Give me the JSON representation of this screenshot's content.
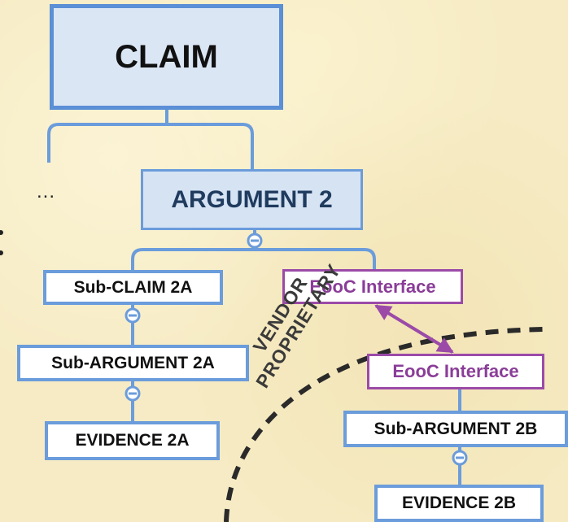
{
  "diagram": {
    "claim": "CLAIM",
    "argument": "ARGUMENT 2",
    "ellipsis": "...",
    "left_branch": {
      "sub_claim": "Sub-CLAIM 2A",
      "sub_argument": "Sub-ARGUMENT 2A",
      "evidence": "EVIDENCE 2A"
    },
    "right_branch": {
      "interface_outer": "EooC Interface",
      "interface_inner": "EooC Interface",
      "sub_argument": "Sub-ARGUMENT 2B",
      "evidence": "EVIDENCE 2B"
    },
    "boundary_label": [
      "VENDOR",
      "PROPRIETARY"
    ]
  },
  "colors": {
    "background": "#f6ebc4",
    "blue_border": "#6b9cdb",
    "claim_border": "#5b8fd6",
    "interface_purple": "#9b4aa8",
    "boundary": "#2a2a2a"
  },
  "icons": {
    "connector": "minus-circle-icon",
    "link": "double-arrow-icon"
  }
}
